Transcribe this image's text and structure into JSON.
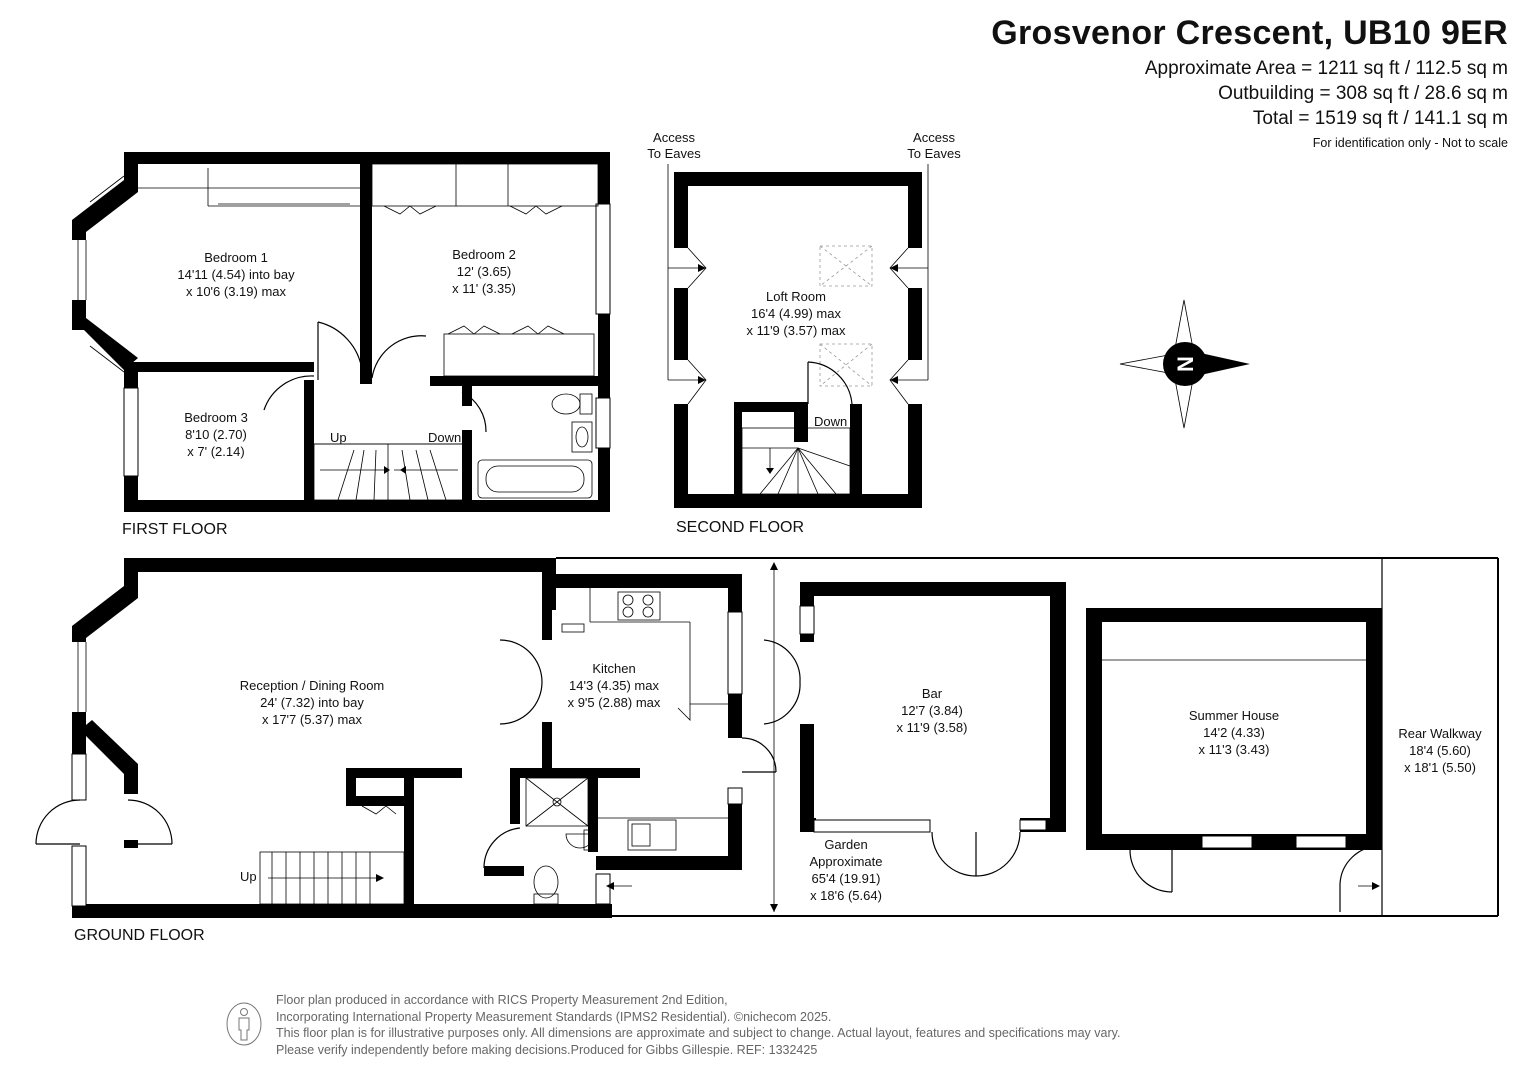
{
  "header": {
    "title": "Grosvenor Crescent, UB10 9ER",
    "area_lines": [
      "Approximate Area = 1211 sq ft / 112.5 sq m",
      "Outbuilding = 308 sq ft / 28.6 sq m",
      "Total = 1519 sq ft / 141.1 sq m"
    ],
    "note": "For identification only - Not to scale"
  },
  "floors": {
    "first": "FIRST FLOOR",
    "second": "SECOND FLOOR",
    "ground": "GROUND FLOOR"
  },
  "rooms": {
    "bedroom1": [
      "Bedroom 1",
      "14'11 (4.54) into bay",
      "x 10'6 (3.19) max"
    ],
    "bedroom2": [
      "Bedroom 2",
      "12' (3.65)",
      "x 11' (3.35)"
    ],
    "bedroom3": [
      "Bedroom 3",
      "8'10 (2.70)",
      "x 7' (2.14)"
    ],
    "loft": [
      "Loft Room",
      "16'4 (4.99) max",
      "x 11'9 (3.57) max"
    ],
    "reception": [
      "Reception / Dining Room",
      "24' (7.32) into bay",
      "x 17'7 (5.37) max"
    ],
    "kitchen": [
      "Kitchen",
      "14'3 (4.35) max",
      "x 9'5 (2.88) max"
    ],
    "bar": [
      "Bar",
      "12'7 (3.84)",
      "x 11'9 (3.58)"
    ],
    "summer": [
      "Summer House",
      "14'2 (4.33)",
      "x 11'3 (3.43)"
    ],
    "walkway": [
      "Rear Walkway",
      "18'4 (5.60)",
      "x 18'1 (5.50)"
    ],
    "garden": [
      "Garden",
      "Approximate",
      "65'4 (19.91)",
      "x 18'6 (5.64)"
    ]
  },
  "labels": {
    "up": "Up",
    "down": "Down",
    "access_eaves": [
      "Access",
      "To Eaves"
    ],
    "compass": "N"
  },
  "footer": {
    "lines": [
      "Floor plan produced in accordance with RICS Property Measurement 2nd Edition,",
      "Incorporating International Property Measurement Standards (IPMS2 Residential).   ©nichecom 2025.",
      "This floor plan is for illustrative purposes only. All dimensions are approximate and subject to change. Actual layout, features and specifications may vary.",
      "Please verify independently before making decisions.Produced for Gibbs Gillespie.   REF:  1332425"
    ]
  }
}
